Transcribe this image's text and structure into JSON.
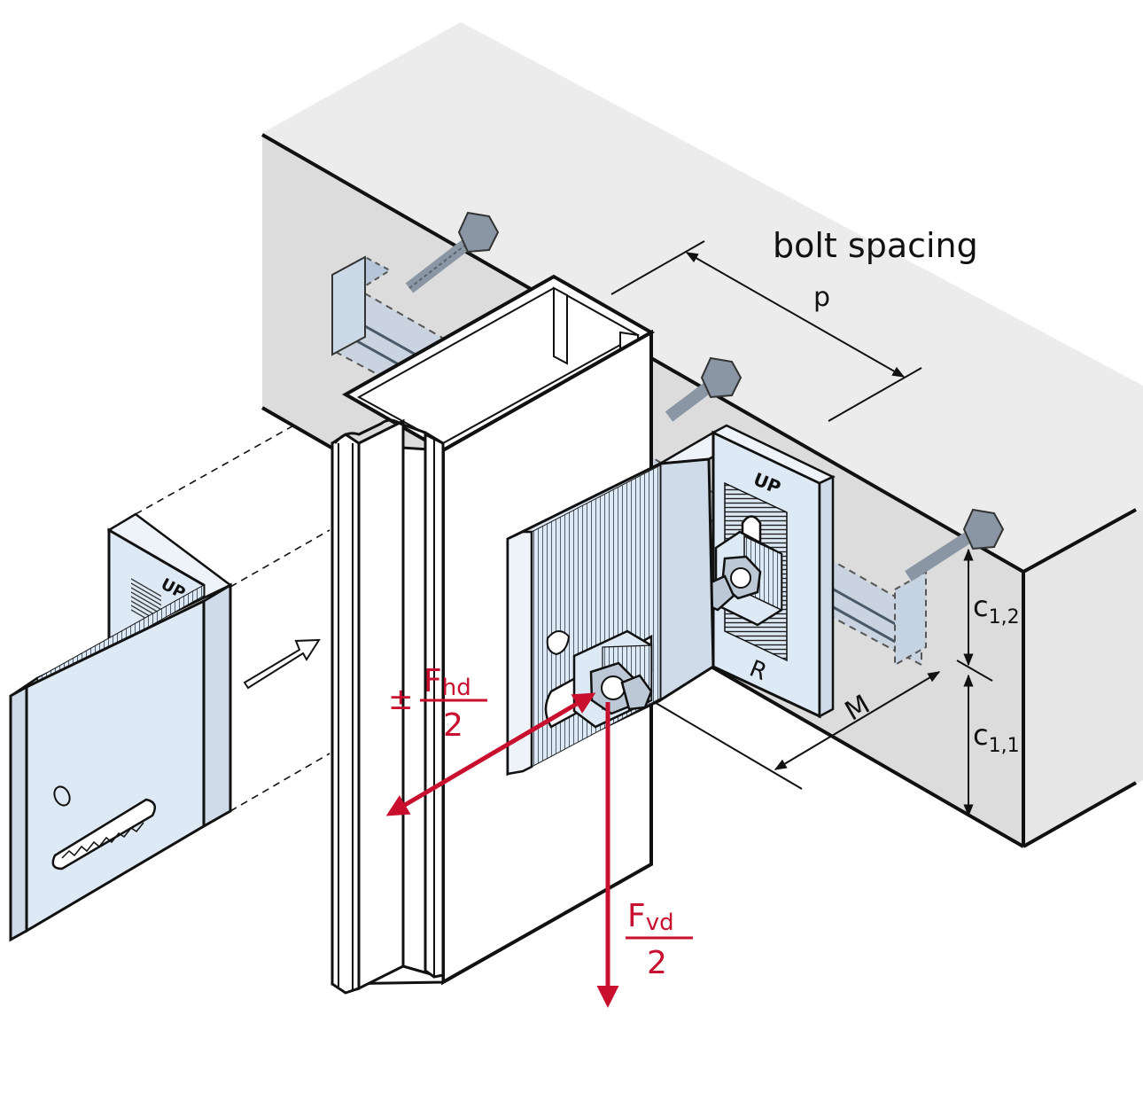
{
  "labels": {
    "bolt_spacing": "bolt spacing",
    "p": "p",
    "c12_base": "c",
    "c12_sub": "1,2",
    "c11_base": "c",
    "c11_sub": "1,1",
    "m": "M",
    "fhd_pm": "±",
    "fhd_base": "F",
    "fhd_sub": "hd",
    "fhd_den": "2",
    "fvd_base": "F",
    "fvd_sub": "vd",
    "fvd_den": "2",
    "bracket_up_left": "UP",
    "bracket_up_right": "UP",
    "bracket_r": "R"
  },
  "colors": {
    "concrete_top": "#ececec",
    "concrete_face": "#dcdcdc",
    "steel_blue": "#dde9f5",
    "steel_blue_dark": "#b9cbe0",
    "force_red": "#c8102e",
    "line": "#111111"
  }
}
